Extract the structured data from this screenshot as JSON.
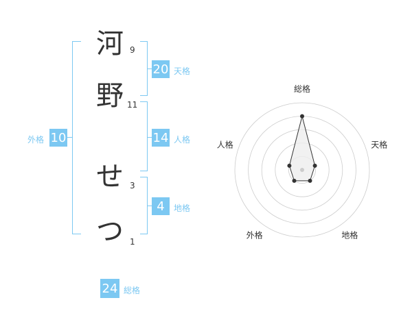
{
  "name_chars": [
    {
      "char": "河",
      "strokes": "9"
    },
    {
      "char": "野",
      "strokes": "11"
    },
    {
      "char": "せ",
      "strokes": "3"
    },
    {
      "char": "つ",
      "strokes": "1"
    }
  ],
  "grids": {
    "tenkaku": {
      "label": "天格",
      "value": "20"
    },
    "jinkaku": {
      "label": "人格",
      "value": "14"
    },
    "chikaku": {
      "label": "地格",
      "value": "4"
    },
    "gaikaku": {
      "label": "外格",
      "value": "10"
    },
    "soukaku": {
      "label": "総格",
      "value": "24"
    }
  },
  "radar": {
    "axes": [
      "総格",
      "天格",
      "地格",
      "外格",
      "人格"
    ],
    "values": [
      4,
      1,
      1,
      1,
      1
    ],
    "max": 5,
    "colors": {
      "ring": "#cccccc",
      "line": "#333333",
      "fill": "#eeeeee",
      "point": "#333333",
      "center": "#cccccc"
    }
  },
  "colors": {
    "accent": "#7cc8f2",
    "text": "#333333"
  }
}
